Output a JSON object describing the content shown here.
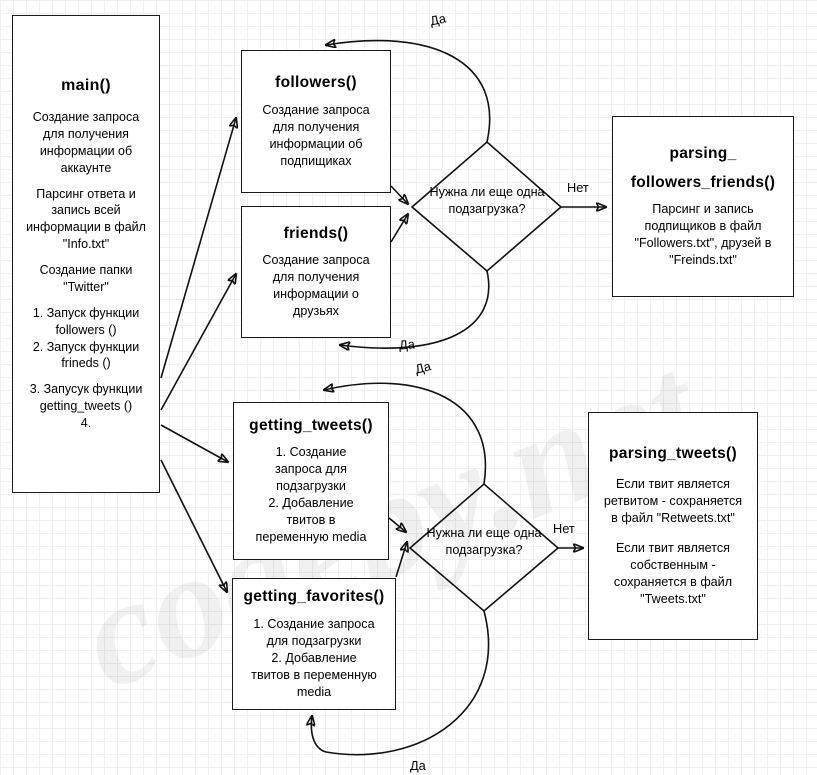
{
  "diagram": {
    "title": "Twitter parser program flowchart",
    "watermark": "codeby.net",
    "nodes": {
      "main": {
        "title": "main()",
        "lines": [
          "Создание запроса\nдля получения\nинформации об\nаккаунте",
          "Парсинг ответа и\nзапись всей\nинформации в файл\n\"Info.txt\"",
          "Создание папки\n\"Twitter\"",
          "1. Запуск функции\nfollowers ()\n2. Запуск функции\nfrineds ()",
          "3. Запусук функции\ngetting_tweets ()\n4."
        ]
      },
      "followers": {
        "title": "followers()",
        "body": "Создание запроса\nдля получения\nинформации об\nподпищиках"
      },
      "friends": {
        "title": "friends()",
        "body": "Создание запроса\nдля получения\nинформации о\nдрузьях"
      },
      "parsing_followers_friends": {
        "title_line1": "parsing_",
        "title_line2": "followers_friends()",
        "body": "Парсинг и запись\nподпищиков в файл\n\"Followers.txt\", друзей в\n\"Freinds.txt\""
      },
      "getting_tweets": {
        "title": "getting_tweets()",
        "body": "1. Создание\nзапроса для\nподзагрузки\n2. Добавление\nтвитов в\nпеременную media"
      },
      "getting_favorites": {
        "title": "getting_favorites()",
        "body": "1. Создание запроса\nдля подзагрузки\n2. Добавление\nтвитов в переменную\nmedia"
      },
      "parsing_tweets": {
        "title": "parsing_tweets()",
        "body_1": "Если твит является\nретвитом - сохраняется\nв файл \"Retweets.txt\"",
        "body_2": "Если твит является\nсобственным -\nсохраняется в файл\n\"Tweets.txt\""
      },
      "decision_top": {
        "text": "Нужна ли еще одна\nподзагрузка?"
      },
      "decision_bottom": {
        "text": "Нужна ли еще одна\nподзагрузка?"
      }
    },
    "edge_labels": {
      "yes_followers_loop": "Да",
      "no_to_parsing_followers_friends": "Нет",
      "yes_friends_loop": "Да",
      "yes_tweets_loop": "Да",
      "no_to_parsing_tweets": "Нет",
      "yes_favorites_loop": "Да"
    },
    "colors": {
      "stroke": "#1a1a1a",
      "background": "#ffffff",
      "grid_minor": "#f0f0f2",
      "grid_major": "#e2e2e6"
    }
  }
}
